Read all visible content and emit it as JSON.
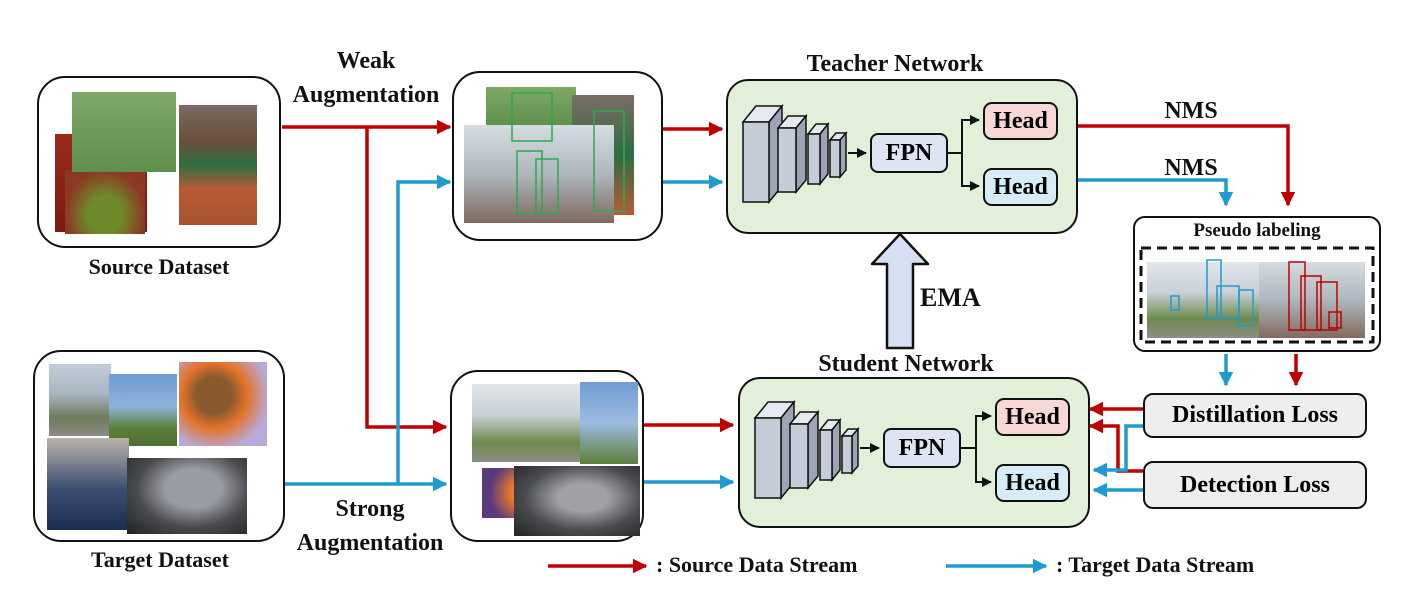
{
  "source_dataset": {
    "label": "Source Dataset"
  },
  "target_dataset": {
    "label": "Target Dataset"
  },
  "weak_augmentation": {
    "line1": "Weak",
    "line2": "Augmentation"
  },
  "strong_augmentation": {
    "line1": "Strong",
    "line2": "Augmentation"
  },
  "teacher": {
    "title": "Teacher Network",
    "fpn": "FPN",
    "head_top": "Head",
    "head_bottom": "Head"
  },
  "student": {
    "title": "Student Network",
    "fpn": "FPN",
    "head_top": "Head",
    "head_bottom": "Head"
  },
  "ema_label": "EMA",
  "nms_top": "NMS",
  "nms_bottom": "NMS",
  "pseudo_labeling": {
    "title": "Pseudo labeling"
  },
  "distillation_loss": "Distillation Loss",
  "detection_loss": "Detection Loss",
  "legend": {
    "source": ": Source Data Stream",
    "target": ": Target Data Stream"
  },
  "colors": {
    "source_stream": "#c00000",
    "target_stream": "#1f9bcf",
    "network_fill": "#e2efd9",
    "head_source": "#f8d7d7",
    "head_target": "#d6ecf7"
  }
}
